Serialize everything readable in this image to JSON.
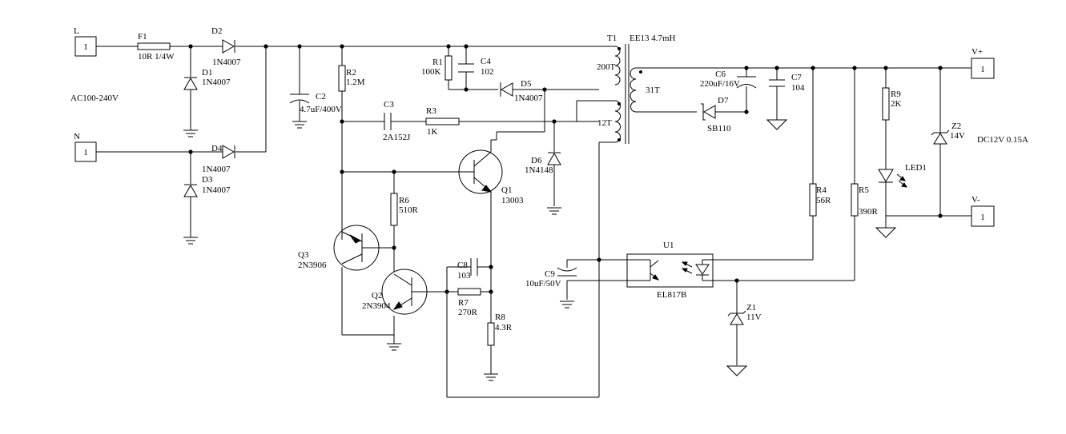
{
  "labels": {
    "terminal_L": "L",
    "terminal_N": "N",
    "terminal_Vplus": "V+",
    "terminal_Vminus": "V-",
    "terminal_pin": "1",
    "ac_input": "AC100-240V",
    "dc_output": "DC12V 0.15A",
    "F1": "F1",
    "F1_val": "10R 1/4W",
    "D1": "D1",
    "D1_val": "1N4007",
    "D2": "D2",
    "D2_val": "1N4007",
    "D3": "D3",
    "D3_val": "1N4007",
    "D4": "D4",
    "D4_val": "1N4007",
    "D5": "D5",
    "D5_val": "1N4007",
    "D6": "D6",
    "D6_val": "1N4148",
    "D7": "D7",
    "D7_val": "SB110",
    "C2": "C2",
    "C2_val": "4.7uF/400V",
    "C3": "C3",
    "C3_val": "2A152J",
    "C4": "C4",
    "C4_val": "102",
    "C6": "C6",
    "C6_val": "220uF/16V",
    "C7": "C7",
    "C7_val": "104",
    "C8": "C8",
    "C8_val": "103",
    "C9": "C9",
    "C9_val": "10uF/50V",
    "R1": "R1",
    "R1_val": "100K",
    "R2": "R2",
    "R2_val": "1.2M",
    "R3": "R3",
    "R3_val": "1K",
    "R4": "R4",
    "R4_val": "56R",
    "R5": "R5",
    "R5_val": "390R",
    "R6": "R6",
    "R6_val": "510R",
    "R7": "R7",
    "R7_val": "270R",
    "R8": "R8",
    "R8_val": "4.3R",
    "R9": "R9",
    "R9_val": "2K",
    "Q1": "Q1",
    "Q1_val": "13003",
    "Q2": "Q2",
    "Q2_val": "2N3904",
    "Q3": "Q3",
    "Q3_val": "2N3906",
    "T1": "T1",
    "T1_val": "EE13  4.7mH",
    "T1_primary": "200T",
    "T1_aux": "12T",
    "T1_secondary": "31T",
    "U1": "U1",
    "U1_val": "EL817B",
    "Z1": "Z1",
    "Z1_val": "11V",
    "Z2": "Z2",
    "Z2_val": "14V",
    "LED1": "LED1"
  }
}
